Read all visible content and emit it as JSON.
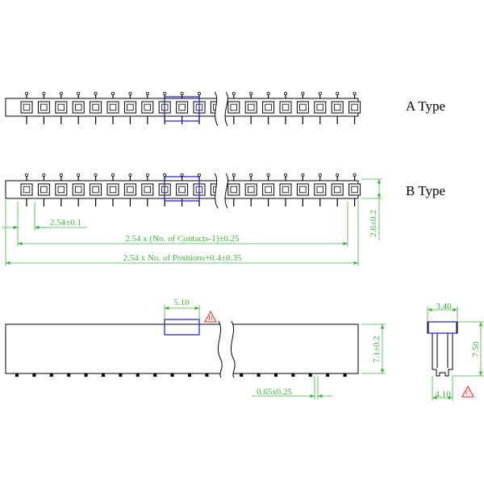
{
  "labels": {
    "type_a": "A Type",
    "type_b": "B Type"
  },
  "dimensions": {
    "pitch": "2.54±0.1",
    "contacts_span": "2.54 x (No. of Contacts-1)±0.25",
    "overall_length": "2.54 x No. of Positions+0.4±0.35",
    "top_height": "2.6±0.2",
    "window_width": "5.10",
    "body_height": "7.1±0.2",
    "pin_thickness": "0.65x0.25",
    "side_top_width": "3.40",
    "side_height": "7.50",
    "side_bottom_width": "4.10"
  },
  "markers": {
    "b": "B",
    "c": "C"
  },
  "colors": {
    "outline": "#000000",
    "dimension": "#3cb43c",
    "highlight": "#1a1acc",
    "marker": "#e02020"
  }
}
